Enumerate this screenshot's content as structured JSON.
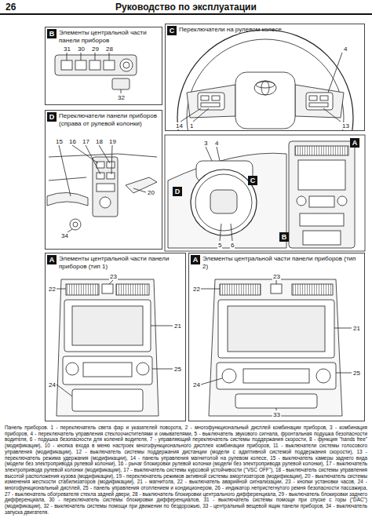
{
  "diagram": {
    "title": "Руководство по эксплуатации",
    "caption": "Панель приборов. 1 - переключатель света фар и указателей поворота, 2 - многофункциональный дисплей комбинации приборов, 3 - комбинация приборов, 4 - переключатель управления стеклоочистителями и омывателями, 5 - выключатель звукового сигнала, фронтальная подушка безопасности водителя, 6 - подушка безопасности для коленей водителя, 7 - управляющий переключатель системы поддержания скорости, 8 - функция \"hands free\" (модификации), 10 - кнопка входа в меню настроек многофункционального дисплея комбинации приборов, 11 - выключатели системы голосового управления (модификации), 12 - выключатель системы поддержания дистанции (модели с адаптивной системой поддержания скорости), 13 - переключатель режима удержания (модификации), 14 - панель управления магнитолой на рулевом колесе, 15 - выключатель камеры заднего вида (модели без электропривода рулевой колонки), 16 - рычаг блокировки рулевой колонки (модели без электропривода рулевой колонки), 17 - выключатель электропривода рулевой колонки (модификации), 17 - выключатель системы курсовой устойчивости (\"VSC OFF\"), 18 - выключатель системы управления высотой расположения кузова (модификации), 19 - переключатель режимов активной системы амортизаторов (модификации), 20 - выключатель системы изменения жесткости стабилизаторов (модификации), 21 - магнитола, 22 - выключатель аварийной сигнализации, 23 - кнопки установки часов, 24 - многофункциональный дисплей, 25 - панель управления отоплением и кондиционером, 26 - индикатор непристегнутого ремня безопасности пассажира, 27 - выключатель обогревателя стекла задней двери, 28 - выключатель блокировки центрального дифференциала, 29 - выключатель блокировки заднего дифференциала, 30 - переключатель системы блокировки дифференциалов, 31 - выключатель системы помощи при спуске с горы (\"DAC\") (модификации), 32 - выключатель системы помощи при движении по бездорожью, 33 - центральный вещевой ящик панели приборов, 34 - выключатель запуска двигателя.",
    "nodes": [
      {
        "text": [
          "Элементы центральной части панели приборов"
        ]
      },
      {
        "text": [
          "B"
        ],
        "in": 0
      },
      {
        "text": [
          "Переключатели на рулевом колесе"
        ]
      },
      {
        "text": [
          "C"
        ],
        "in": 2
      },
      {
        "text": [
          "Переключатели панели приборов (справа от рулевой колонки)"
        ]
      },
      {
        "text": [
          "D"
        ],
        "in": 4
      },
      {
        "text": [
          "Элементы центральной части панели приборов (тип 1)"
        ]
      },
      {
        "text": [
          "A"
        ],
        "in": 6
      },
      {
        "text": [
          "Элементы центральной части панели приборов (тип 2)"
        ]
      },
      {
        "text": [
          "A"
        ],
        "in": 8
      },
      {
        "text": [
          "A"
        ]
      },
      {
        "text": [
          "B"
        ]
      },
      {
        "text": [
          "C"
        ]
      },
      {
        "text": [
          "D"
        ]
      }
    ],
    "labels": [
      "26",
      "31",
      "30",
      "29",
      "28",
      "32",
      "14",
      "1",
      "4",
      "13",
      "15",
      "16",
      "17",
      "18",
      "19",
      "20",
      "34",
      "3",
      "4",
      "5",
      "6",
      "23",
      "22",
      "21",
      "25",
      "24",
      "23",
      "22",
      "21",
      "25",
      "24",
      "33"
    ]
  }
}
